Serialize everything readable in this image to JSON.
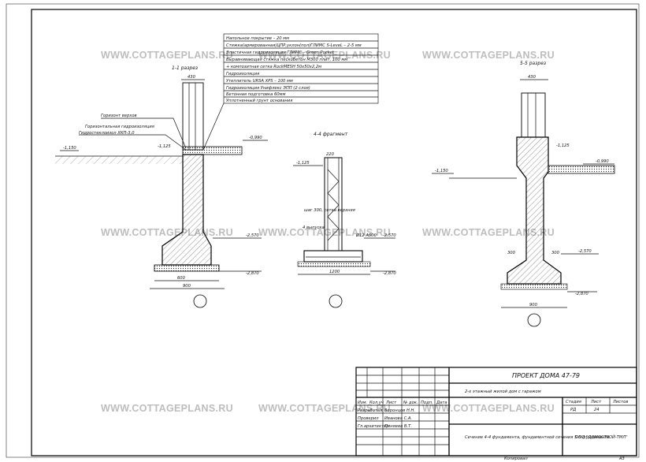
{
  "watermark": "WWW.COTTAGEPLANS.RU",
  "sections": {
    "s1_title": "1-1 разрез",
    "s2_title": "4-4 фрагмент",
    "s3_title": "5-5 разрез"
  },
  "layers": [
    "Напольное покрытие – 20 мм",
    "Стяжка(армированная)ЦПР,уклон(пол)ГЛИМС S-LeveL – 2-5 мм",
    "Эластичная гидроизоляция ГЛИМС – Green Pocket",
    "Выравнивающая стяжка пескобетон М300 плит, 100 мм",
    "+ композитная сетка RockMESH 50х50х2,2м",
    "Гидроизоляция",
    "Утеплитель URSA XPS – 100 мм",
    "Гидроизоляция Унифлекс ЭПП (2 слоя)",
    "Бетонная подготовка 60мм",
    "Уплотненный грунт основания"
  ],
  "labels": {
    "drip": "Горизонтальная гидроизоляция",
    "drip2": "Гидростеклоизол ХКП-3,0",
    "brick": "Горизонт верхов",
    "elev_150": "-1,150",
    "elev_125": "-1,125",
    "elev_080": "-0,990",
    "elev_2s": "-2,570",
    "elev_2b": "-2,870",
    "dim_430": "430",
    "dim_600": "600",
    "dim_900": "900",
    "dim_1200": "1200",
    "dim_300": "300",
    "dim_220": "220",
    "note_rebar": "шаг 300, сетка верхняя",
    "note_ankers": "4 выпуска",
    "note_d12": "Ø12 A500"
  },
  "titleblock": {
    "project": "ПРОЕКТ ДОМА 47-79",
    "desc": "2-х этажный жилой дом с гаражом",
    "sheet_name": "Сечение 4-4 фундамента, фундаментной сечения 5-5 фундамента",
    "stage_h": "Стадия",
    "sheet_h": "Лист",
    "sheets_h": "Листов",
    "stage": "РД",
    "sheet": "24",
    "org": "ООО \"ДОМОСТРОЙ-ТМЛ\"",
    "hdr_izm": "Изм.",
    "hdr_kol": "Кол.уч",
    "hdr_list": "Лист",
    "hdr_doc": "№ док.",
    "hdr_sign": "Подп.",
    "hdr_date": "Дата",
    "r1": "Разработал",
    "r1n": "Воронцов Н.Н.",
    "r2": "Проверил",
    "r2n": "Иванова С.А.",
    "r3": "Гл.архитектор",
    "r3n": "Пиняева В.Т.",
    "copy": "Копировал",
    "format": "А3"
  }
}
